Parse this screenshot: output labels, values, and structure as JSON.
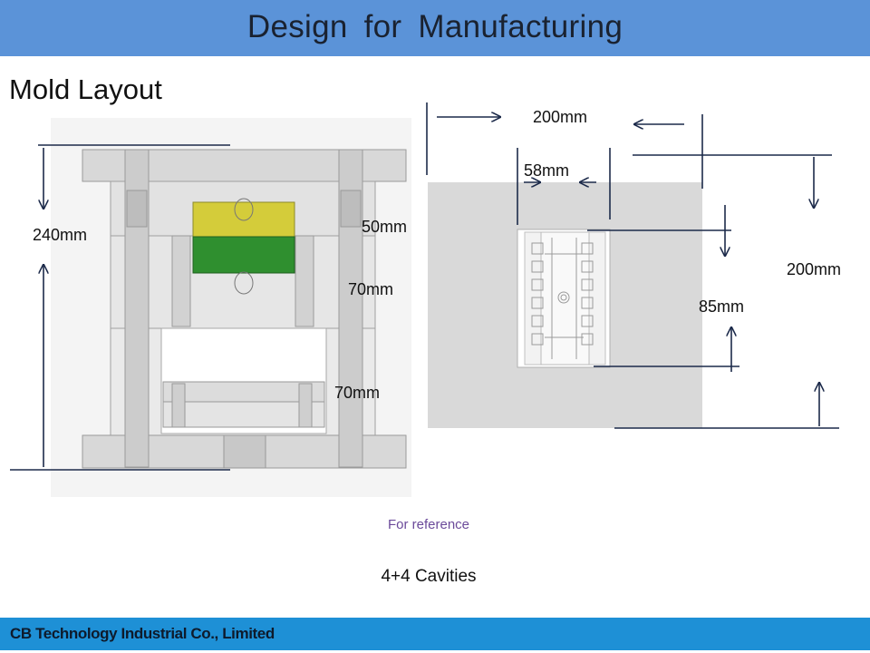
{
  "header": {
    "title": "Design   for Manufacturing"
  },
  "section": {
    "title": "Mold Layout"
  },
  "dimensions": {
    "height_total": "240mm",
    "plate_a": "50mm",
    "plate_b": "70mm",
    "spacer": "70mm",
    "width_outer": "200mm",
    "width_cavity": "58mm",
    "height_cavity": "85mm",
    "height_outer": "200mm"
  },
  "captions": {
    "note": "For reference",
    "cavities": "4+4 Cavities"
  },
  "footer": {
    "company": "CB Technology Industrial Co., Limited"
  },
  "colors": {
    "header": "#5b93d8",
    "footer": "#1e90d6",
    "cavity_top": "#d4cc3a",
    "cavity_bottom": "#2f8f2f",
    "dimension_line": "#1c2a4a"
  }
}
